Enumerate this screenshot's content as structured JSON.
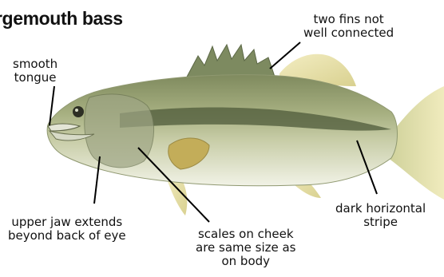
{
  "title": "rgemouth bass",
  "labels": {
    "two_fins": [
      "two fins not",
      "well connected"
    ],
    "smooth_tongue": [
      "smooth",
      "tongue"
    ],
    "upper_jaw": [
      "upper jaw extends",
      "beyond back of eye"
    ],
    "scales_cheek": [
      "scales on cheek",
      "are same size as",
      "on body"
    ],
    "stripe": [
      "dark horizontal",
      "stripe"
    ]
  },
  "colors": {
    "body": "#c9cfa8",
    "back": "#8a9468",
    "belly": "#eef0e2",
    "stripe": "#4d5a3a",
    "fins": "#e6dfa0",
    "text": "#111111"
  }
}
